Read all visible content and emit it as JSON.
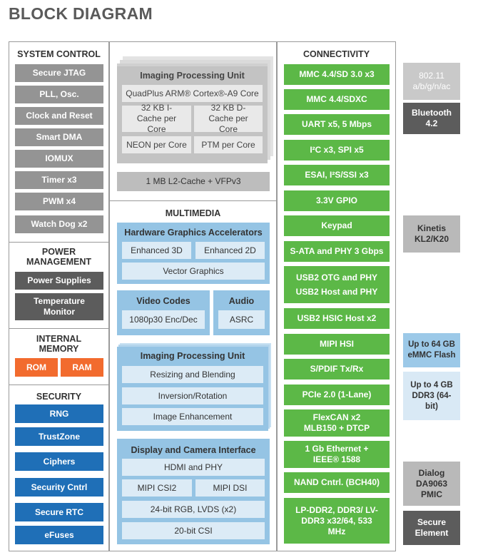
{
  "title": "BLOCK DIAGRAM",
  "system_control": {
    "title": "SYSTEM CONTROL",
    "items": [
      "Secure JTAG",
      "PLL, Osc.",
      "Clock and Reset",
      "Smart DMA",
      "IOMUX",
      "Timer x3",
      "PWM x4",
      "Watch Dog x2"
    ]
  },
  "power_management": {
    "title": "POWER MANAGEMENT",
    "items": [
      "Power Supplies",
      "Temperature Monitor"
    ]
  },
  "internal_memory": {
    "title": "INTERNAL MEMORY",
    "items": [
      "ROM",
      "RAM"
    ]
  },
  "security": {
    "title": "SECURITY",
    "items": [
      "RNG",
      "TrustZone",
      "Ciphers",
      "Security Cntrl",
      "Secure RTC",
      "eFuses"
    ]
  },
  "cpu": {
    "title": "Imaging Processing Unit",
    "core": "QuadPlus ARM® Cortex®-A9 Core",
    "icache": "32 KB I-Cache per Core",
    "dcache": "32 KB D-Cache per Core",
    "neon": "NEON per Core",
    "ptm": "PTM per Core",
    "l2": "1 MB L2-Cache + VFPv3"
  },
  "multimedia": {
    "title": "MULTIMEDIA",
    "graphics": {
      "title": "Hardware Graphics Accelerators",
      "items": [
        "Enhanced 3D",
        "Enhanced 2D",
        "Vector Graphics"
      ]
    },
    "video": {
      "title": "Video Codes",
      "item": "1080p30 Enc/Dec"
    },
    "audio": {
      "title": "Audio",
      "item": "ASRC"
    },
    "ipu": {
      "title": "Imaging Processing Unit",
      "items": [
        "Resizing and Blending",
        "Inversion/Rotation",
        "Image Enhancement"
      ]
    },
    "display": {
      "title": "Display and Camera Interface",
      "items": [
        "HDMI and PHY",
        "MIPI CSI2",
        "MIPI DSI",
        "24-bit RGB, LVDS (x2)",
        "20-bit CSI"
      ]
    }
  },
  "connectivity": {
    "title": "CONNECTIVITY",
    "items": [
      "MMC 4.4/SD 3.0 x3",
      "MMC 4.4/SDXC",
      "UART x5, 5 Mbps",
      "I²C x3, SPI x5",
      "ESAI, I²S/SSI x3",
      "3.3V GPIO",
      "Keypad",
      "S-ATA and PHY 3 Gbps",
      "USB2 OTG and PHY USB2 Host and PHY",
      "USB2 HSIC Host x2",
      "MIPI HSI",
      "S/PDIF Tx/Rx",
      "PCIe 2.0 (1-Lane)",
      "FlexCAN x2 MLB150 + DTCP",
      "1 Gb Ethernet + IEEE® 1588",
      "NAND Cntrl. (BCH40)",
      "LP-DDR2, DDR3/ LV-DDR3 x32/64, 533 MHz"
    ]
  },
  "external": {
    "wifi": "802.11 a/b/g/n/ac",
    "bluetooth": "Bluetooth 4.2",
    "kinetis": "Kinetis KL2/K20",
    "emmc": "Up to 64 GB eMMC Flash",
    "ddr": "Up to 4 GB DDR3 (64-bit)",
    "pmic": "Dialog DA9063 PMIC",
    "secure_element": "Secure Element"
  },
  "colors": {
    "system": "#949494",
    "power": "#5c5c5c",
    "memory": "#f26b2e",
    "security": "#1f6fb7",
    "connectivity": "#5cb847",
    "multimedia": "#95c4e4"
  }
}
